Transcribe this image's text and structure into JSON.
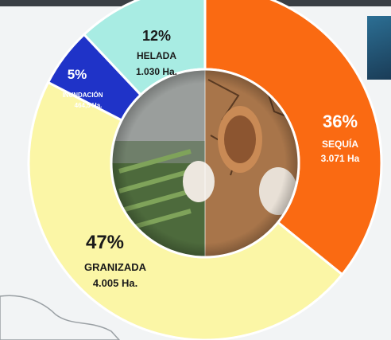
{
  "chart_data": {
    "type": "pie",
    "style": "donut",
    "slices": [
      {
        "percent_label": "36%",
        "name": "SEQUÍA",
        "area_label": "3.071 Ha",
        "value": 3071,
        "color": "#fa6a12",
        "text_color": "#ffffff"
      },
      {
        "percent_label": "47%",
        "name": "GRANIZADA",
        "area_label": "4.005 Ha.",
        "value": 4005,
        "color": "#fbf6a6",
        "text_color": "#1a1a1a"
      },
      {
        "percent_label": "5%",
        "name": "INUNDACIÓN",
        "area_label": "464,5 Ha.",
        "value": 464.5,
        "color": "#1f33c8",
        "text_color": "#ffffff"
      },
      {
        "percent_label": "12%",
        "name": "HELADA",
        "area_label": "1.030 Ha.",
        "value": 1030,
        "color": "#a8ece3",
        "text_color": "#1a1a1a"
      }
    ],
    "center_image": "photo-collage"
  }
}
